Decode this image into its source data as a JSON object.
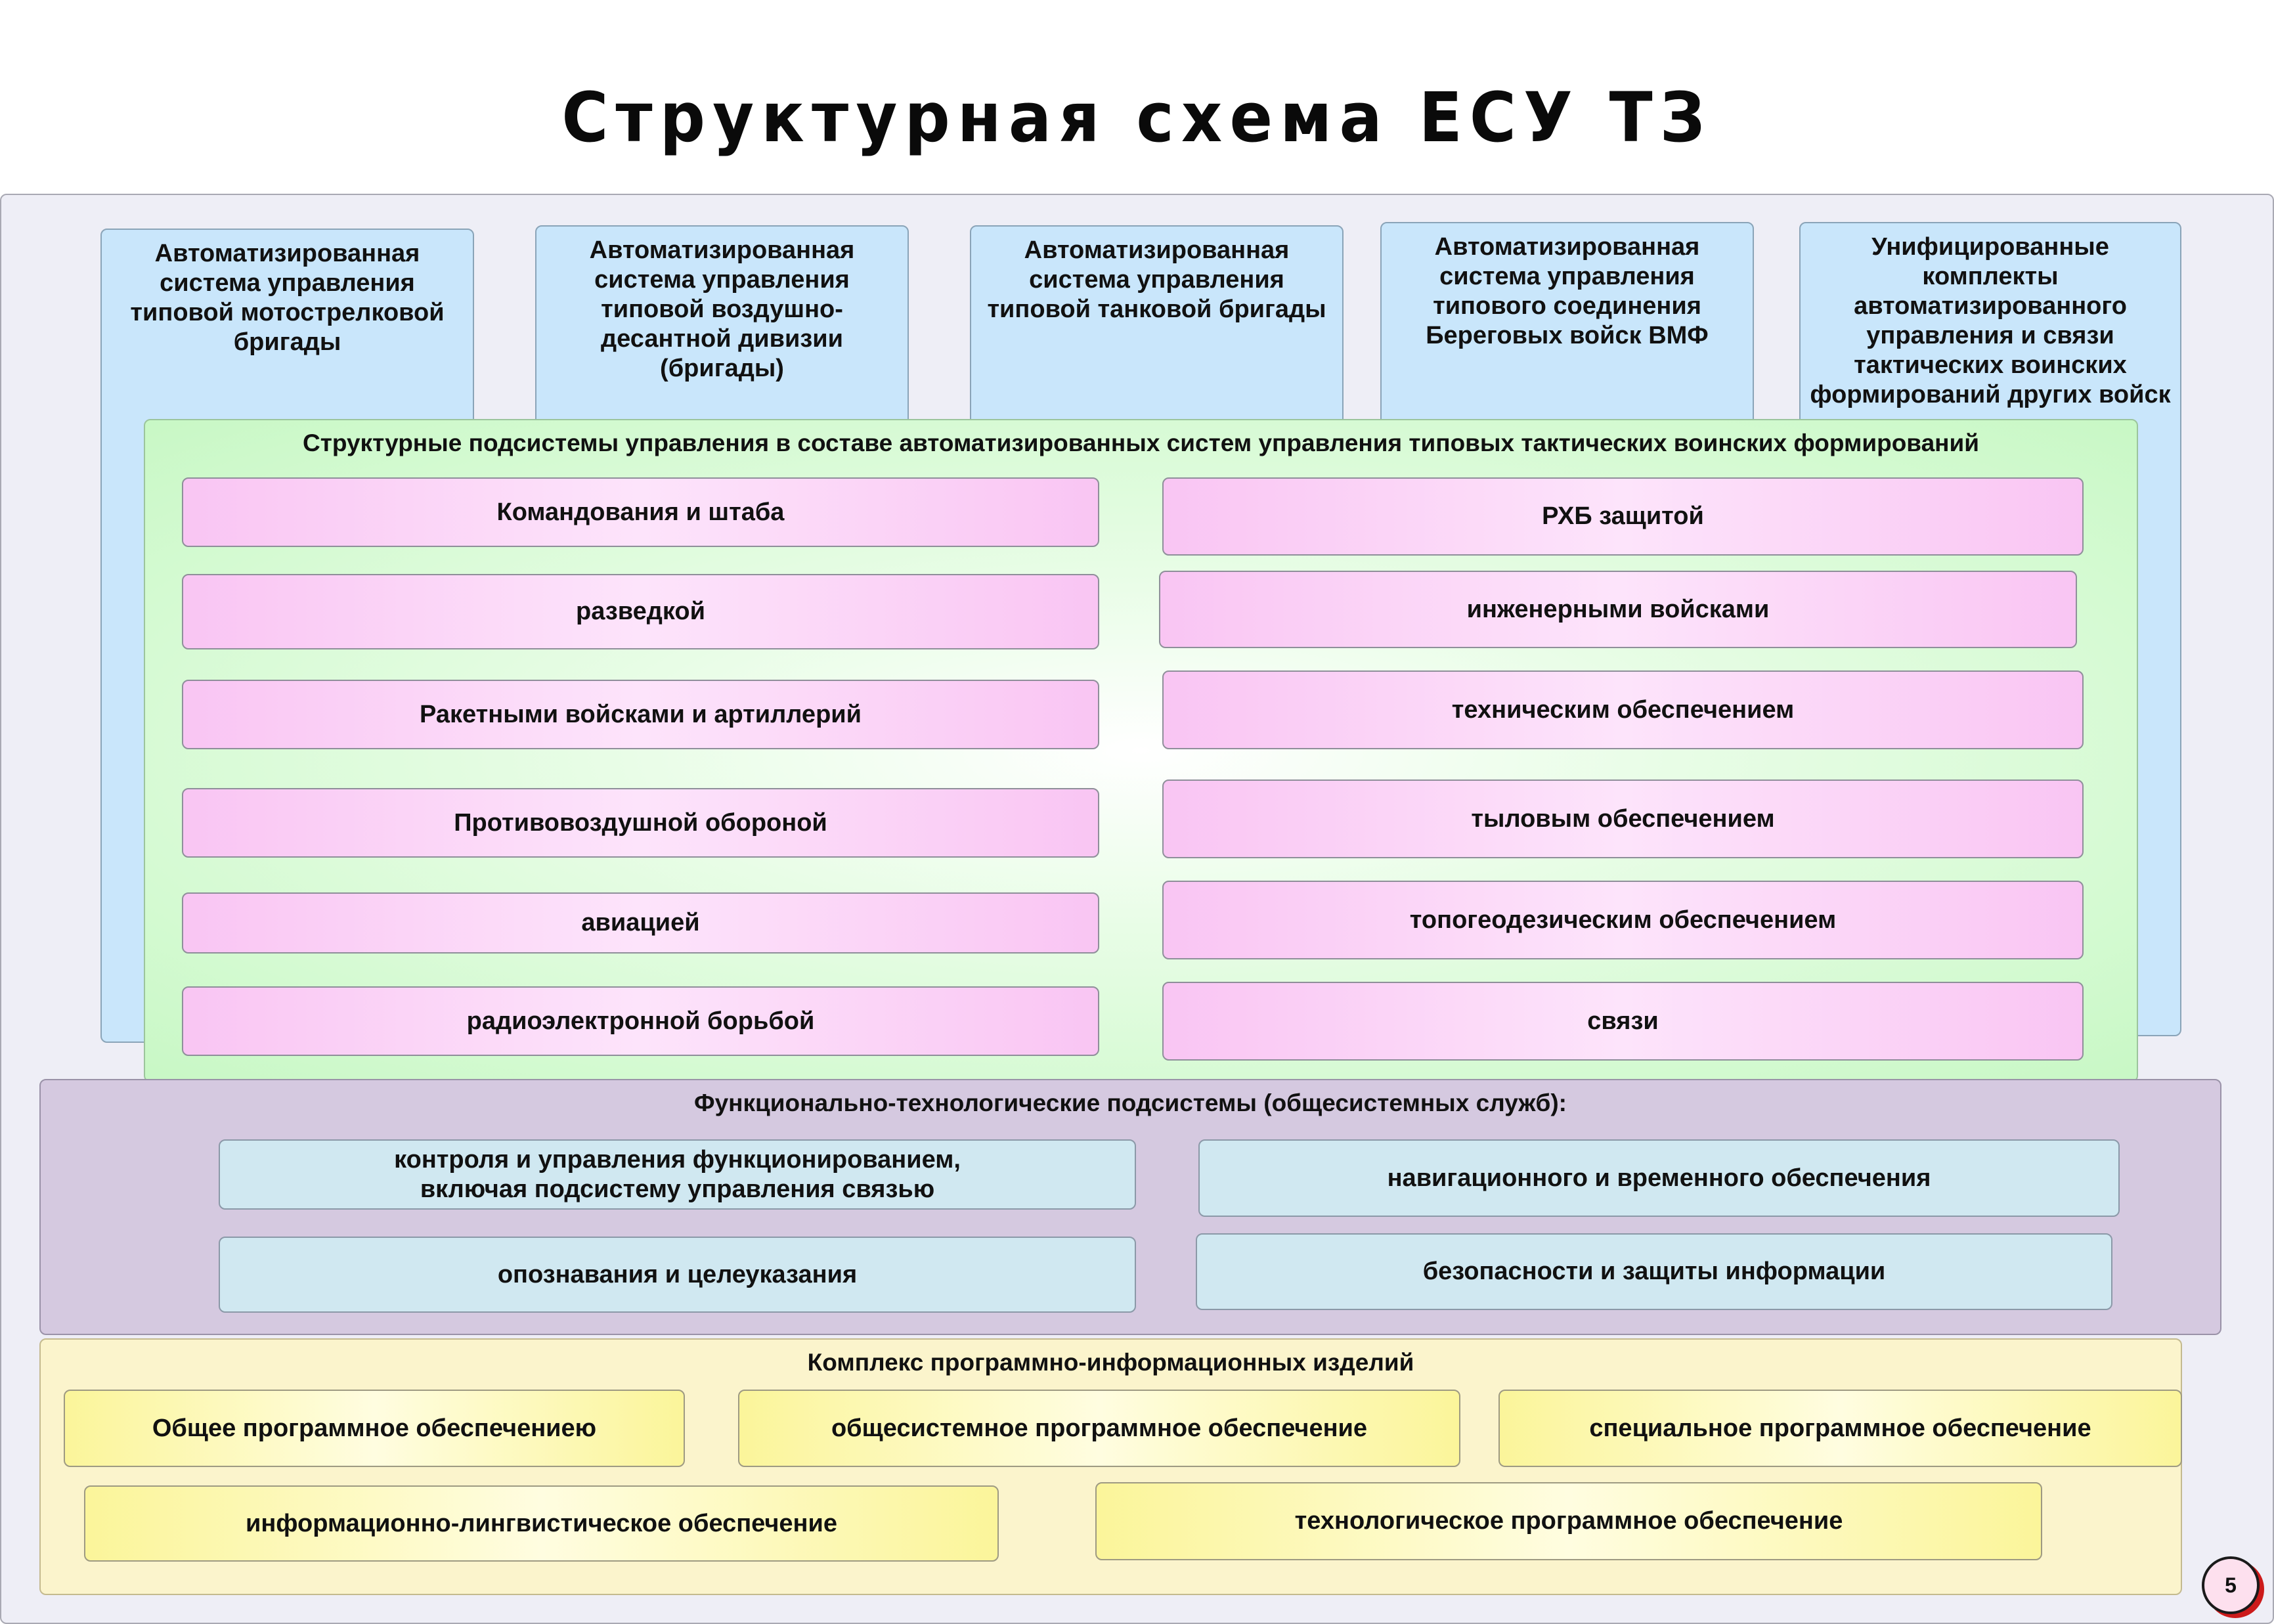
{
  "title": "Структурная схема ЕСУ ТЗ",
  "top_systems": [
    "Автоматизированная\nсистема управления\nтиповой мотострелковой\nбригады",
    "Автоматизированная\nсистема управления\nтиповой воздушно-\nдесантной дивизии\n(бригады)",
    "Автоматизированная\nсистема управления\nтиповой танковой бригады",
    "Автоматизированная\nсистема управления\nтипового соединения\nБереговых войск ВМФ",
    "Унифицированные\nкомплекты\nавтоматизированного\nуправления и связи\nтактических воинских\nформирований других войск"
  ],
  "structural": {
    "title": "Структурные подсистемы управления в составе автоматизированных систем управления типовых тактических воинских формирований",
    "left": [
      "Командования и штаба",
      "разведкой",
      "Ракетными войсками и артиллерий",
      "Противовоздушной обороной",
      "авиацией",
      "радиоэлектронной борьбой"
    ],
    "right": [
      "РХБ защитой",
      "инженерными войсками",
      "техническим обеспечением",
      "тыловым обеспечением",
      "топогеодезическим обеспечением",
      "связи"
    ]
  },
  "functional": {
    "title": "Функционально-технологические подсистемы (общесистемных служб):",
    "items": [
      "контроля и управления функционированием,\nвключая подсистему управления связью",
      "навигационного и временного обеспечения",
      "опознавания и целеуказания",
      "безопасности и защиты информации"
    ]
  },
  "software": {
    "title": "Комплекс программно-информационных изделий",
    "items": [
      "Общее программное обеспечениею",
      "общесистемное программное обеспечение",
      "специальное программное обеспечение",
      "информационно-лингвистическое обеспечение",
      "технологическое программное обеспечение"
    ]
  },
  "page_number": "5"
}
